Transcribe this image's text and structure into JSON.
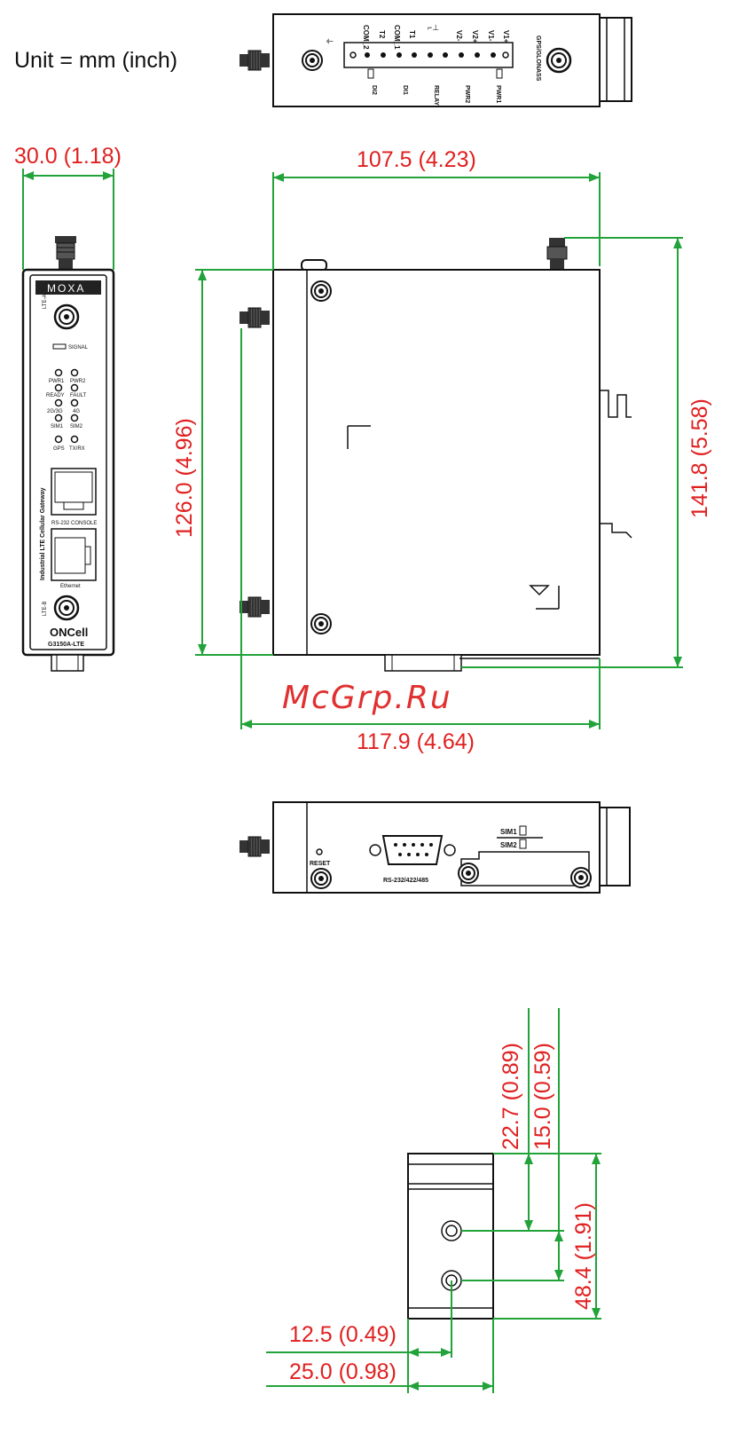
{
  "unit_note": "Unit = mm (inch)",
  "watermark": "McGrp.Ru",
  "dimensions": {
    "front_width": "30.0 (1.18)",
    "side_depth": "107.5 (4.23)",
    "side_height": "126.0 (4.96)",
    "side_total_height": "141.8 (5.58)",
    "side_total_depth": "117.9 (4.64)",
    "rail_offset_top": "22.7 (0.89)",
    "rail_offset_hole": "15.0 (0.59)",
    "rail_height": "48.4 (1.91)",
    "rail_half_width": "12.5 (0.49)",
    "rail_width": "25.0 (0.98)"
  },
  "top_view": {
    "terminal_labels": [
      "COM_2",
      "T2",
      "COM_1",
      "T1",
      "",
      "V2-",
      "V2+",
      "V1-",
      "V1+"
    ],
    "group_labels": [
      "DI2",
      "DI1",
      "RELAY",
      "PWR2",
      "PWR1"
    ],
    "gps_label": "GPS/GLONASS"
  },
  "front_panel": {
    "brand": "MOXA",
    "lte_a": "LTE-A",
    "signal": "SIGNAL",
    "leds": [
      [
        "PWR1",
        "PWR2"
      ],
      [
        "READY",
        "FAULT"
      ],
      [
        "2G/3G",
        "4G"
      ],
      [
        "SIM1",
        "SIM2"
      ],
      [
        "GPS",
        "TX/RX"
      ]
    ],
    "vertical_title": "Industrial LTE Cellular Gateway",
    "console_label": "RS-232 CONSOLE",
    "ethernet_label": "Ethernet",
    "lte_b": "LTE-B",
    "logo": "ONCell",
    "model": "G3150A-LTE"
  },
  "bottom_view": {
    "reset": "RESET",
    "serial": "RS-232/422/485",
    "sim1": "SIM1",
    "sim2": "SIM2"
  },
  "colors": {
    "dimension_text": "#e02020",
    "dimension_line": "#22a33a",
    "outline": "#111111"
  }
}
